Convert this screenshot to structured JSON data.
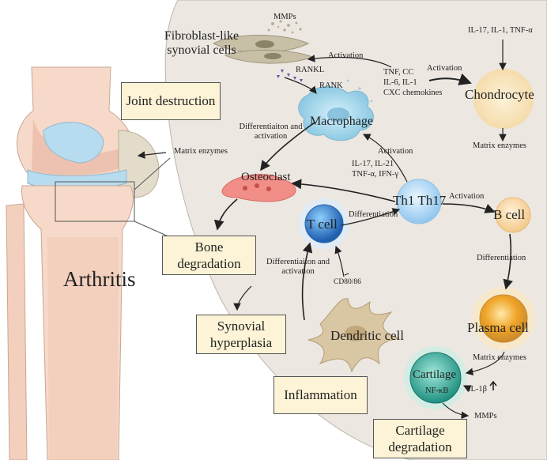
{
  "title": "Arthritis",
  "boxes": {
    "joint_destruction": "Joint destruction",
    "bone_degradation": "Bone degradation",
    "synovial_hyperplasia": "Synovial hyperplasia",
    "inflammation": "Inflammation",
    "cartilage_degradation": "Cartilage degradation"
  },
  "cells": {
    "fibroblast": "Fibroblast-like synovial cells",
    "macrophage": "Macrophage",
    "osteoclast": "Osteoclast",
    "th": "Th1 Th17",
    "tcell": "T cell",
    "dendritic": "Dendritic cell",
    "chondrocyte": "Chondrocyte",
    "bcell": "B cell",
    "plasma": "Plasma cell",
    "cartilage": "Cartilage",
    "nfkb": "NF-κB"
  },
  "labels": {
    "mmps_top": "MMPs",
    "rankl": "RANKL",
    "rank": "RANK",
    "activation_fib": "Activation",
    "cytokines_line1": "TNF, CC",
    "cytokines_line2": "IL-6, IL-1",
    "cytokines_line3": "CXC chemokines",
    "activation_chondro": "Activation",
    "chondro_cytokines": "IL-17, IL-1, TNF-α",
    "matrix_enzymes_chondro": "Matrix enzymes",
    "diff_act_osteo": "Differentiaiton and activation",
    "matrix_enzymes_left": "Matrix enzymes",
    "activation_th": "Activation",
    "th_cytokines_line1": "IL-17, IL-21",
    "th_cytokines_line2": "TNF-α, IFN-γ",
    "activation_bcell": "Activation",
    "differentiation_t": "Differentiation",
    "diff_act_dendritic": "Differentiaiton and activation",
    "cd80": "CD80/86",
    "differentiation_b": "Differentiation",
    "matrix_enzymes_plasma": "Matrix enzymes",
    "il1b": "IL-1β",
    "mmps_bottom": "MMPs"
  }
}
